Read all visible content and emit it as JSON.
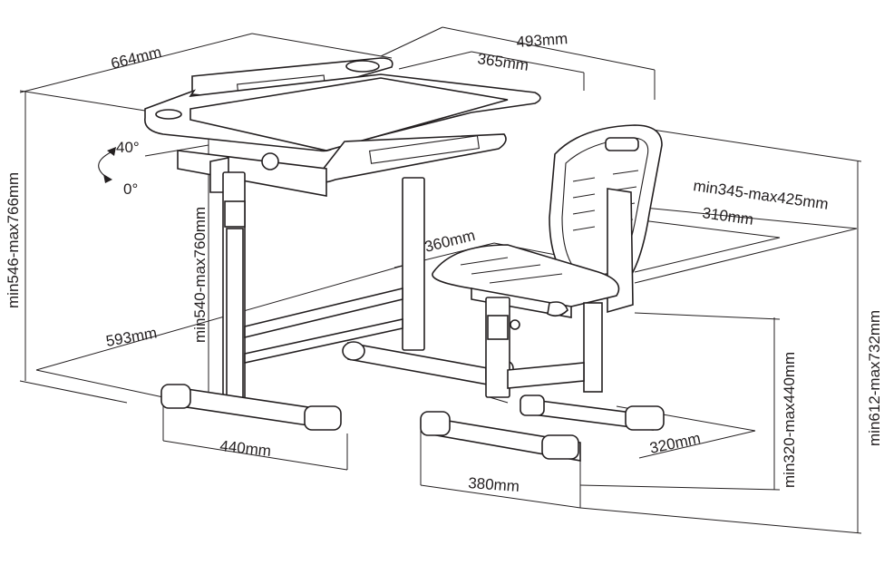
{
  "dimensions": {
    "desk_depth": "664mm",
    "desk_width_total": "493mm",
    "desk_top_inner": "365mm",
    "desk_height_total": "min546-max766mm",
    "desk_leg_height": "min540-max760mm",
    "floor_span": "593mm",
    "desk_foot_width": "440mm",
    "tilt_max": "40°",
    "tilt_min": "0°",
    "seat_to_back_range": "min345-max425mm",
    "back_width": "310mm",
    "seat_depth": "360mm",
    "chair_total_height": "min612-max732mm",
    "seat_height": "min320-max440mm",
    "chair_foot_depth": "320mm",
    "chair_foot_width": "380mm"
  },
  "colors": {
    "ink": "#231f20",
    "paper": "#ffffff"
  }
}
